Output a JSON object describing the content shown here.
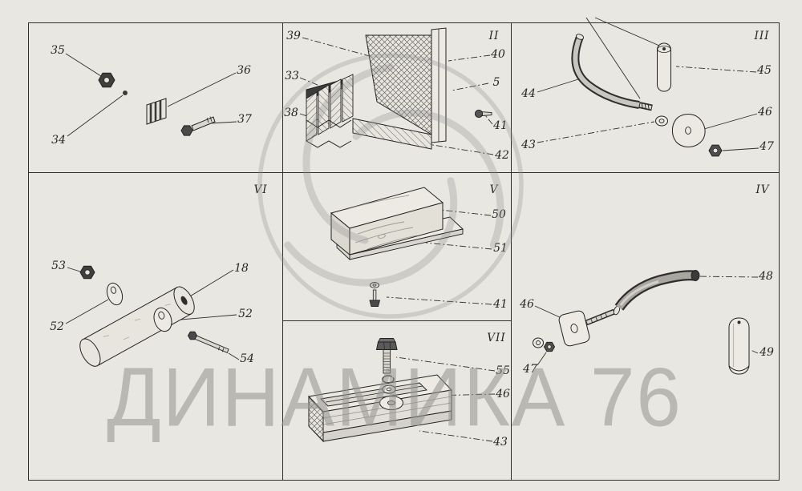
{
  "page": {
    "type": "parts-catalog-diagram",
    "watermark_text": "ДИНАМИКА 76",
    "colors": {
      "background": "#e9e7e1",
      "line": "#2e2e2e",
      "watermark": "#989692"
    }
  },
  "panels": {
    "p1": {
      "callouts": {
        "c35": "35",
        "c36": "36",
        "c34": "34",
        "c37": "37"
      }
    },
    "p2": {
      "roman": "II",
      "callouts": {
        "c39": "39",
        "c40": "40",
        "c33": "33",
        "c38": "38",
        "c5": "5",
        "c41": "41",
        "c42": "42"
      }
    },
    "p3": {
      "roman": "III",
      "callouts": {
        "c44": "44",
        "c45": "45",
        "c43": "43",
        "c46": "46",
        "c47": "47"
      }
    },
    "p4": {
      "roman": "IV",
      "callouts": {
        "c48": "48",
        "c46": "46",
        "c47": "47",
        "c49": "49"
      }
    },
    "p5": {
      "roman": "V",
      "callouts": {
        "c50": "50",
        "c51": "51",
        "c41": "41"
      }
    },
    "p6": {
      "roman": "VI",
      "callouts": {
        "c53": "53",
        "c18": "18",
        "c52a": "52",
        "c52b": "52",
        "c54": "54"
      }
    },
    "p7": {
      "roman": "VII",
      "callouts": {
        "c55": "55",
        "c46": "46",
        "c43": "43"
      }
    }
  }
}
